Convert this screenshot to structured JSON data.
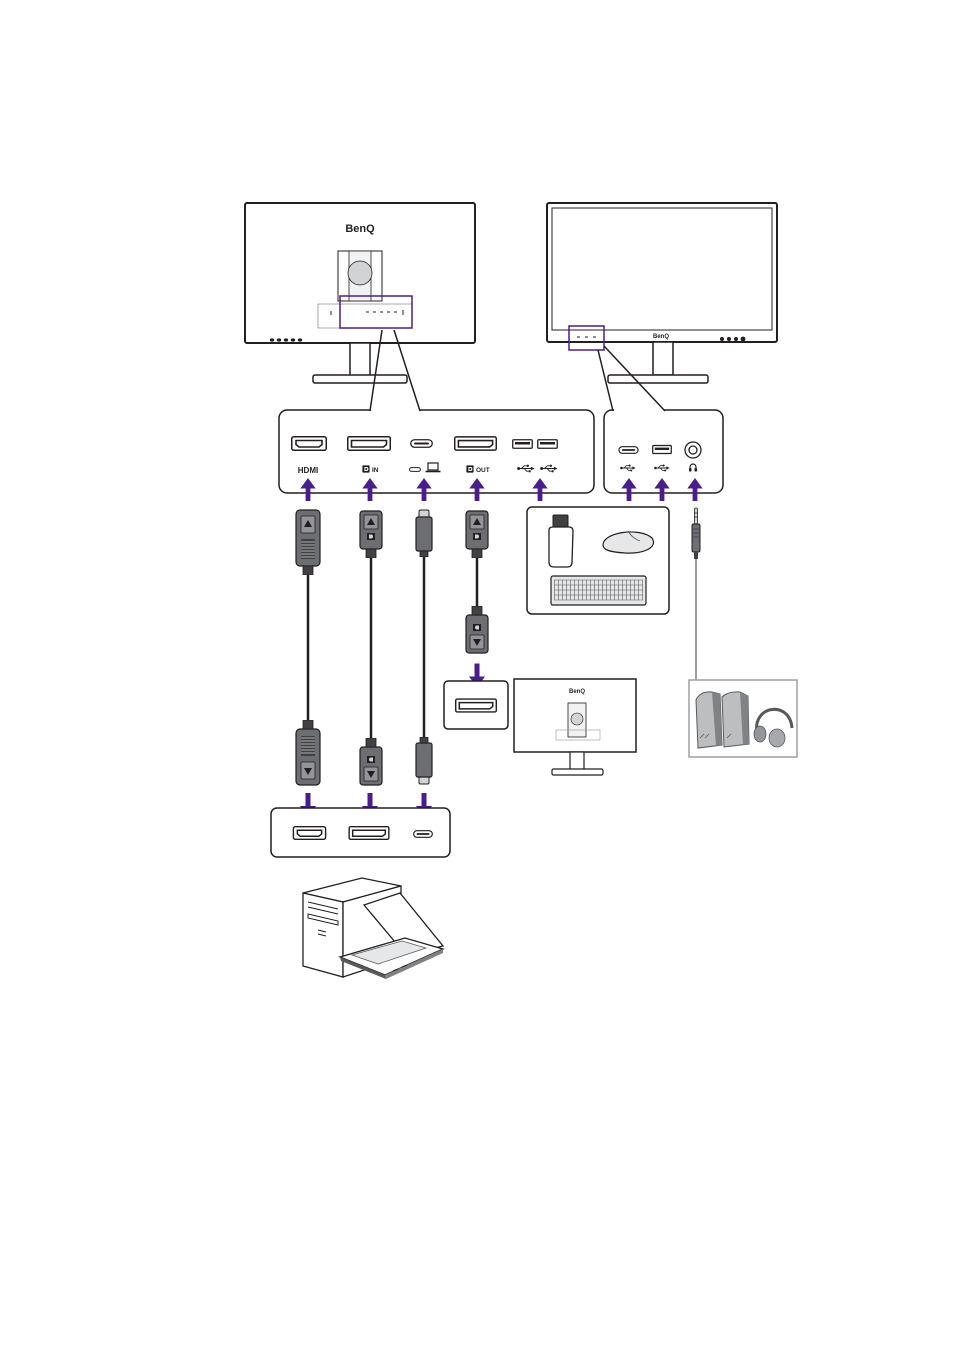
{
  "logos": {
    "rear_monitor": "BenQ",
    "front_monitor": "BenQ",
    "secondary_monitor": "BenQ"
  },
  "rear_panel": {
    "hdmi_label": "HDMI",
    "dp_in_label": "IN",
    "dp_out_label": "OUT",
    "icons": [
      "hdmi-port-icon",
      "displayport-icon",
      "usb-c-port-icon",
      "laptop-icon",
      "usb-a-port-icon",
      "usb-icon"
    ]
  },
  "side_panel": {
    "icons": [
      "usb-c-port-icon",
      "usb-a-port-icon",
      "headphone-jack-icon",
      "usb-icon",
      "headphone-icon"
    ]
  },
  "cables": {
    "icons": [
      "hdmi-cable-icon",
      "displayport-cable-icon",
      "usb-c-cable-icon",
      "displayport-daisy-chain-cable-icon",
      "audio-cable-icon"
    ]
  },
  "peripherals": {
    "icons": [
      "usb-flash-drive-icon",
      "mouse-icon",
      "keyboard-icon"
    ]
  },
  "audio_devices": {
    "icons": [
      "speakers-icon",
      "headphones-icon"
    ]
  },
  "computer": {
    "icons": [
      "desktop-tower-icon",
      "laptop-icon"
    ],
    "ports": [
      "hdmi-port-icon",
      "displayport-icon",
      "usb-c-port-icon"
    ]
  },
  "colors": {
    "accent": "#4b1d8c",
    "line": "#231f20",
    "connector": "#6d6e71",
    "audio_outline": "#9d9fa2"
  }
}
